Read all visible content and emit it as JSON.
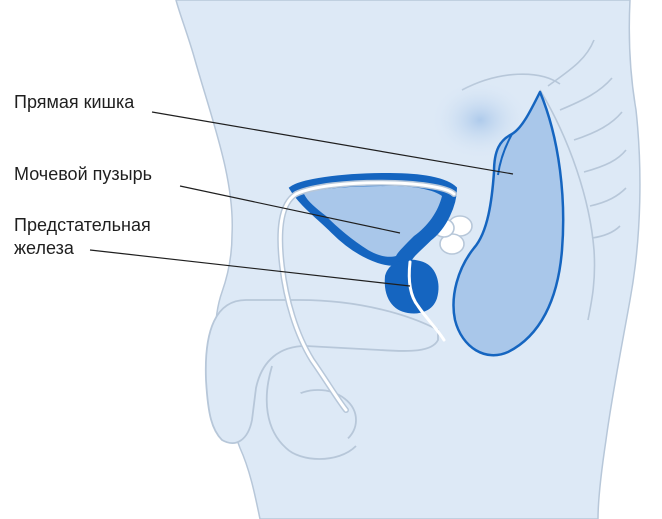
{
  "labels": {
    "rectum": "Прямая кишка",
    "bladder": "Мочевой пузырь",
    "prostate_line1": "Предстательная",
    "prostate_line2": "железа"
  },
  "colors": {
    "body_fill": "#dde9f6",
    "body_outline": "#b7c7d9",
    "organ_dark": "#1565c0",
    "organ_light": "#a9c7ea",
    "leader_line": "#1f1f1f",
    "label_text": "#1f1f1f"
  }
}
